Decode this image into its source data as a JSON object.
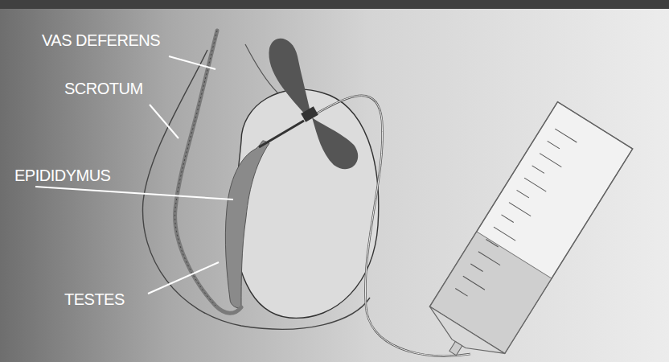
{
  "diagram": {
    "labels": [
      "VAS DEFERENS",
      "SCROTUM",
      "EPIDIDYMUS",
      "TESTES"
    ]
  }
}
